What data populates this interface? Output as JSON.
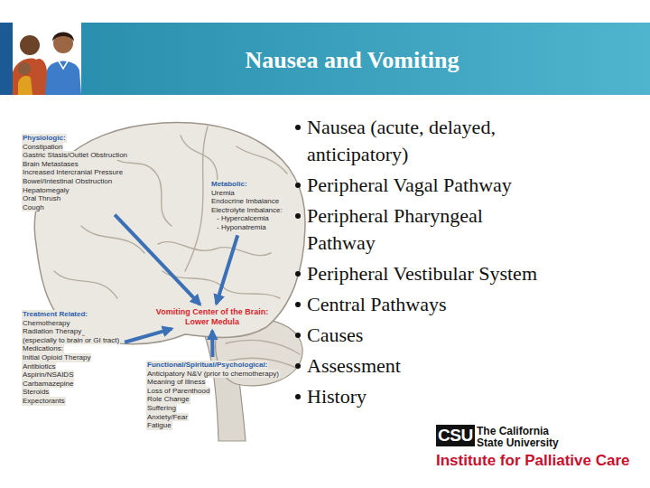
{
  "diagram": {
    "title": "Nausea and Vomiting",
    "nodes": [
      {
        "text": [
          "Physiologic:",
          "Constipation",
          "Gastric Stasis/Outlet Obstruction",
          "Brain Metastases",
          "Increased Intercranial Pressure",
          "Bowel/Intestinal Obstruction",
          "Hepatomegaly",
          "Oral Thrush",
          "Cough"
        ]
      },
      {
        "text": [
          "Metabolic:",
          "Uremia",
          "Endocrine Imbalance",
          "Electrolyte Imbalance:",
          "- Hypercalcemia",
          "- Hyponatremia"
        ]
      },
      {
        "text": [
          "Treatment Related:",
          "Chemotherapy",
          "Radiation Therapy",
          "(especially to brain or GI tract)",
          "Medications:",
          "Initial Opioid Therapy",
          "Antibiotics",
          "Aspirin/NSAIDS",
          "Carbamazepine",
          "Steroids",
          "Expectorants"
        ]
      },
      {
        "text": [
          "Vomiting Center of the Brain:",
          "Lower Medula"
        ]
      },
      {
        "text": [
          "Functional/Spiritual/Psychological:",
          "Anticipatory N&V (prior to chemotherapy)",
          "Meaning of Illness",
          "Loss of Parenthood",
          "Role Change",
          "Suffering",
          "Anxiety/Fear",
          "Fatigue"
        ]
      },
      {
        "text": [
          "CSU"
        ]
      }
    ],
    "edges": [
      {
        "from": 0,
        "to": 3,
        "arrow": "to"
      },
      {
        "from": 1,
        "to": 3,
        "arrow": "to"
      },
      {
        "from": 2,
        "to": 3,
        "arrow": "to"
      },
      {
        "from": 4,
        "to": 3,
        "arrow": "to"
      }
    ],
    "labels": [
      "Nausea (acute, delayed, anticipatory)",
      "Peripheral Vagal Pathway",
      "Peripheral Pharyngeal Pathway",
      "Peripheral Vestibular System",
      "Central Pathways",
      "Causes",
      "Assessment",
      "History",
      "The California",
      "State University",
      "Institute for Palliative Care"
    ]
  }
}
